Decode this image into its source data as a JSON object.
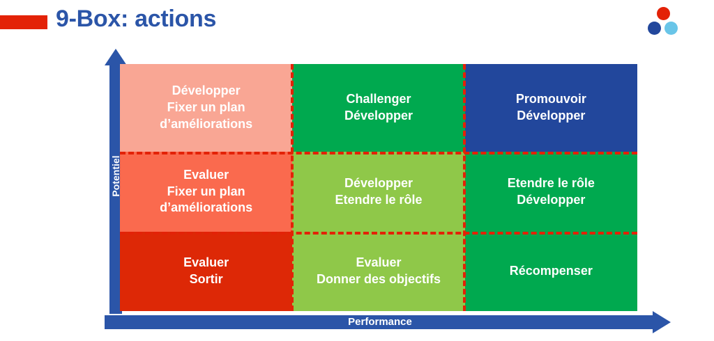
{
  "header": {
    "title": "9-Box: actions",
    "accent_bar_color": "#e32207",
    "title_color": "#2b55a8"
  },
  "logo": {
    "name": "three-dot-logo",
    "dots": [
      {
        "name": "red-dot",
        "color": "#e32207"
      },
      {
        "name": "dark-blue-dot",
        "color": "#22479c"
      },
      {
        "name": "light-blue-dot",
        "color": "#69c5e8"
      }
    ]
  },
  "axes": {
    "y_label": "Potentiel",
    "x_label": "Performance",
    "axis_color": "#2b55a8",
    "divider_color": "#e32207"
  },
  "matrix": {
    "rows": [
      {
        "row_name": "high-potential",
        "cells": [
          {
            "name": "cell-high-potential-low-performance",
            "color": "#f9a694",
            "lines": [
              "Développer",
              "Fixer un plan",
              "d’améliorations"
            ]
          },
          {
            "name": "cell-high-potential-mid-performance",
            "color": "#00a94f",
            "lines": [
              "Challenger",
              "Développer"
            ]
          },
          {
            "name": "cell-high-potential-high-performance",
            "color": "#22479c",
            "lines": [
              "Promouvoir",
              "Développer"
            ]
          }
        ]
      },
      {
        "row_name": "mid-potential",
        "cells": [
          {
            "name": "cell-mid-potential-low-performance",
            "color": "#fa6a4e",
            "lines": [
              "Evaluer",
              "Fixer un plan",
              "d’améliorations"
            ]
          },
          {
            "name": "cell-mid-potential-mid-performance",
            "color": "#8fc849",
            "lines": [
              "Développer",
              "Etendre le rôle"
            ]
          },
          {
            "name": "cell-mid-potential-high-performance",
            "color": "#00a94f",
            "lines": [
              "Etendre le rôle",
              "Développer"
            ]
          }
        ]
      },
      {
        "row_name": "low-potential",
        "cells": [
          {
            "name": "cell-low-potential-low-performance",
            "color": "#dd2806",
            "lines": [
              "Evaluer",
              "Sortir"
            ]
          },
          {
            "name": "cell-low-potential-mid-performance",
            "color": "#8fc849",
            "lines": [
              "Evaluer",
              "Donner des objectifs"
            ]
          },
          {
            "name": "cell-low-potential-high-performance",
            "color": "#00a94f",
            "lines": [
              "Récompenser"
            ]
          }
        ]
      }
    ]
  }
}
